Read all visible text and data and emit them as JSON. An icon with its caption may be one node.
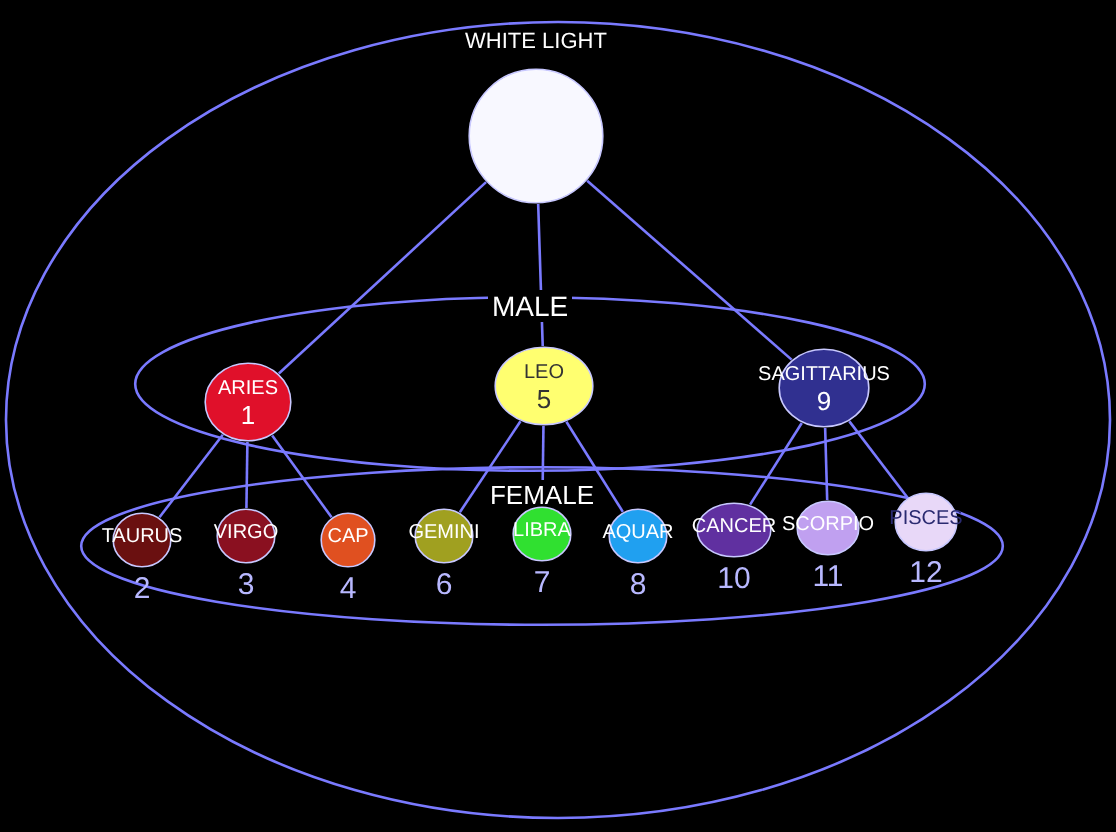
{
  "diagram": {
    "nodes": [
      {
        "text": [
          "WHITE LIGHT"
        ]
      },
      {
        "text": [
          "MALE"
        ]
      },
      {
        "text": [
          "ARIES",
          "1"
        ],
        "in": 1
      },
      {
        "text": [
          "LEO",
          "5"
        ],
        "in": 1
      },
      {
        "text": [
          "SAGITTARIUS",
          "9"
        ],
        "in": 1
      },
      {
        "text": [
          "FEMALE"
        ]
      },
      {
        "text": [
          "TAURUS"
        ],
        "beside": [
          "2"
        ],
        "in": 5
      },
      {
        "text": [
          "VIRGO"
        ],
        "beside": [
          "3"
        ],
        "in": 5
      },
      {
        "text": [
          "CAP"
        ],
        "beside": [
          "4"
        ],
        "in": 5
      },
      {
        "text": [
          "GEMINI"
        ],
        "beside": [
          "6"
        ],
        "in": 5
      },
      {
        "text": [
          "LIBRA"
        ],
        "beside": [
          "7"
        ],
        "in": 5
      },
      {
        "text": [
          "AQUAR"
        ],
        "beside": [
          "8"
        ],
        "in": 5
      },
      {
        "text": [
          "CANCER"
        ],
        "beside": [
          "10"
        ],
        "in": 5
      },
      {
        "text": [
          "SCORPIO"
        ],
        "beside": [
          "11"
        ],
        "in": 5
      },
      {
        "text": [
          "PISCES"
        ],
        "beside": [
          "12"
        ],
        "in": 5
      }
    ],
    "edges": [
      {
        "from": 0,
        "to": 2,
        "arrow": "none"
      },
      {
        "from": 0,
        "to": 3,
        "arrow": "none"
      },
      {
        "from": 0,
        "to": 4,
        "arrow": "none"
      },
      {
        "from": 2,
        "to": 6,
        "arrow": "none"
      },
      {
        "from": 2,
        "to": 7,
        "arrow": "none"
      },
      {
        "from": 2,
        "to": 8,
        "arrow": "none"
      },
      {
        "from": 3,
        "to": 9,
        "arrow": "none"
      },
      {
        "from": 3,
        "to": 10,
        "arrow": "none"
      },
      {
        "from": 3,
        "to": 11,
        "arrow": "none"
      },
      {
        "from": 4,
        "to": 12,
        "arrow": "none"
      },
      {
        "from": 4,
        "to": 13,
        "arrow": "none"
      },
      {
        "from": 4,
        "to": 14,
        "arrow": "none"
      }
    ]
  }
}
